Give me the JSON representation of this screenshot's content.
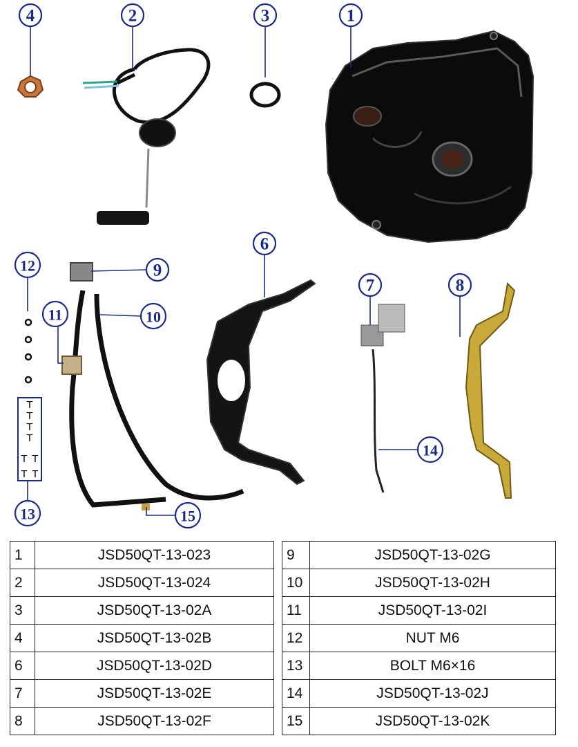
{
  "callouts": [
    "1",
    "2",
    "3",
    "4",
    "6",
    "7",
    "8",
    "9",
    "10",
    "11",
    "12",
    "13",
    "14",
    "15"
  ],
  "bolt_glyph": "T",
  "colors": {
    "callout": "#1a2a8c",
    "tank": "#0b0b0b",
    "nut": "#c8763a",
    "bracket_gold": "#c9a93a",
    "hose": "#111111"
  },
  "table": {
    "rows": [
      {
        "left_no": "1",
        "left_code": "JSD50QT-13-023",
        "right_no": "9",
        "right_code": "JSD50QT-13-02G"
      },
      {
        "left_no": "2",
        "left_code": "JSD50QT-13-024",
        "right_no": "10",
        "right_code": "JSD50QT-13-02H"
      },
      {
        "left_no": "3",
        "left_code": "JSD50QT-13-02A",
        "right_no": "11",
        "right_code": "JSD50QT-13-02I"
      },
      {
        "left_no": "4",
        "left_code": "JSD50QT-13-02B",
        "right_no": "12",
        "right_code": "NUT M6"
      },
      {
        "left_no": "6",
        "left_code": "JSD50QT-13-02D",
        "right_no": "13",
        "right_code": "BOLT M6×16"
      },
      {
        "left_no": "7",
        "left_code": "JSD50QT-13-02E",
        "right_no": "14",
        "right_code": "JSD50QT-13-02J"
      },
      {
        "left_no": "8",
        "left_code": "JSD50QT-13-02F",
        "right_no": "15",
        "right_code": "JSD50QT-13-02K"
      }
    ]
  }
}
